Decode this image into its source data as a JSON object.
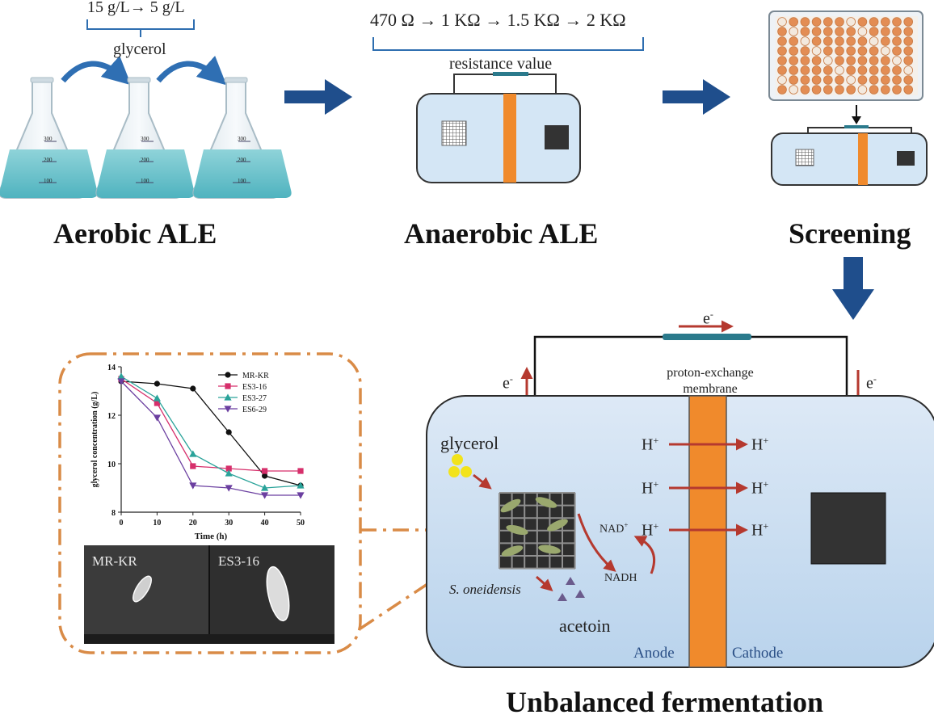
{
  "stages": {
    "aerobic": {
      "title": "Aerobic ALE",
      "glycerol_range": "15 g/L→ 5 g/L",
      "glycerol_label": "glycerol",
      "flask_marks": [
        "300",
        "200",
        "100"
      ]
    },
    "anaerobic": {
      "title": "Anaerobic ALE",
      "resistance_series": "470 Ω → 1 KΩ → 1.5 KΩ → 2 KΩ",
      "resistance_label": "resistance value"
    },
    "screening": {
      "title": "Screening"
    },
    "fermentation": {
      "title": "Unbalanced fermentation",
      "electron": "e",
      "electron_sup": "-",
      "membrane_line1": "proton-exchange",
      "membrane_line2": "membrane",
      "glycerol": "glycerol",
      "organism": "S. oneidensis",
      "acetoin": "acetoin",
      "proton": "H",
      "proton_sup": "+",
      "nad": "NAD",
      "nad_sup": "+",
      "nadh": "NADH",
      "anode": "Anode",
      "cathode": "Cathode"
    }
  },
  "chart_data": {
    "type": "line",
    "xlabel": "Time (h)",
    "ylabel": "glycerol concentration (g/L)",
    "xlim": [
      0,
      50
    ],
    "ylim": [
      8,
      14
    ],
    "x": [
      0,
      10,
      20,
      30,
      40,
      50
    ],
    "xticks": [
      "0",
      "10",
      "20",
      "30",
      "40",
      "50"
    ],
    "yticks": [
      "8",
      "10",
      "12",
      "14"
    ],
    "legend": "top-right",
    "series": [
      {
        "name": "MR-KR",
        "color": "#111111",
        "marker": "circle",
        "values": [
          13.4,
          13.3,
          13.1,
          11.3,
          9.5,
          9.1
        ]
      },
      {
        "name": "ES3-16",
        "color": "#d62f6b",
        "marker": "square",
        "values": [
          13.5,
          12.5,
          9.9,
          9.8,
          9.7,
          9.7
        ]
      },
      {
        "name": "ES3-27",
        "color": "#2aa39a",
        "marker": "triangle-up",
        "values": [
          13.6,
          12.7,
          10.4,
          9.6,
          9.0,
          9.1
        ]
      },
      {
        "name": "ES6-29",
        "color": "#6b3fa0",
        "marker": "triangle-down",
        "values": [
          13.4,
          11.9,
          9.1,
          9.0,
          8.7,
          8.7
        ]
      }
    ]
  },
  "sem_images": [
    {
      "label": "MR-KR"
    },
    {
      "label": "ES3-16"
    }
  ],
  "colors": {
    "arrow_blue": "#1f4e8c",
    "liquid": "#6cc3cc",
    "chamber": "#d4e6f5",
    "membrane": "#f08a2c",
    "electron_arrow": "#b5392f",
    "wire": "#2b7a8c"
  }
}
